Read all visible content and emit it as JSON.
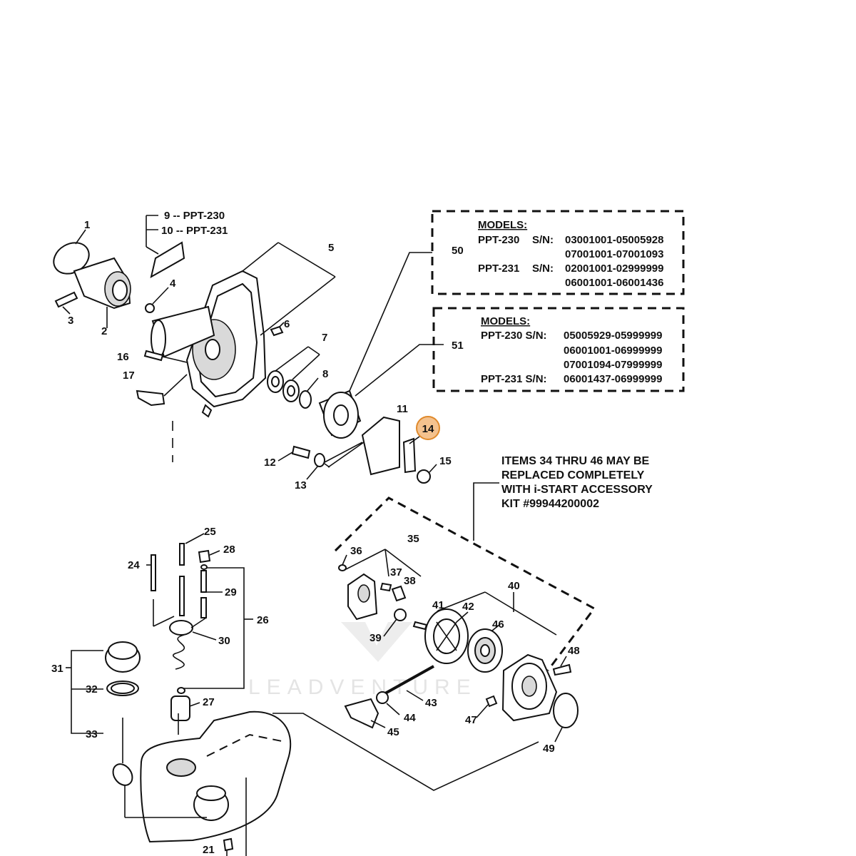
{
  "alt_labels": {
    "item9": "9 -- PPT-230",
    "item10": "10 -- PPT-231"
  },
  "model_box_50": {
    "heading": "MODELS:",
    "rows": [
      {
        "model": "PPT-230",
        "sn_label": "S/N:",
        "range": "03001001-05005928"
      },
      {
        "model": "",
        "sn_label": "",
        "range": "07001001-07001093"
      },
      {
        "model": "PPT-231",
        "sn_label": "S/N:",
        "range": "02001001-02999999"
      },
      {
        "model": "",
        "sn_label": "",
        "range": "06001001-06001436"
      }
    ]
  },
  "model_box_51": {
    "heading": "MODELS:",
    "rows": [
      {
        "model": "PPT-230 S/N:",
        "range": "05005929-05999999"
      },
      {
        "model": "",
        "range": "06001001-06999999"
      },
      {
        "model": "",
        "range": "07001094-07999999"
      },
      {
        "model": "PPT-231 S/N:",
        "range": "06001437-06999999"
      }
    ]
  },
  "istart_note": {
    "lines": [
      "ITEMS 34 THRU 46 MAY BE",
      "REPLACED  COMPLETELY",
      "WITH i-START ACCESSORY",
      "KIT #99944200002"
    ]
  },
  "watermark": "LEADVENTURE",
  "highlight": {
    "label": "14",
    "color": "#f4c28e",
    "border": "#e08a2c"
  },
  "callouts": {
    "c1": "1",
    "c2": "2",
    "c3": "3",
    "c4": "4",
    "c5": "5",
    "c6": "6",
    "c7": "7",
    "c8": "8",
    "c11": "11",
    "c12": "12",
    "c13": "13",
    "c15": "15",
    "c16": "16",
    "c17": "17",
    "c21": "21",
    "c24": "24",
    "c25": "25",
    "c26": "26",
    "c27": "27",
    "c28": "28",
    "c29": "29",
    "c30": "30",
    "c31": "31",
    "c32": "32",
    "c33": "33",
    "c35": "35",
    "c36": "36",
    "c37": "37",
    "c38": "38",
    "c39": "39",
    "c40": "40",
    "c41": "41",
    "c42": "42",
    "c43": "43",
    "c44": "44",
    "c45": "45",
    "c46": "46",
    "c47": "47",
    "c48": "48",
    "c49": "49",
    "c50": "50",
    "c51": "51"
  }
}
